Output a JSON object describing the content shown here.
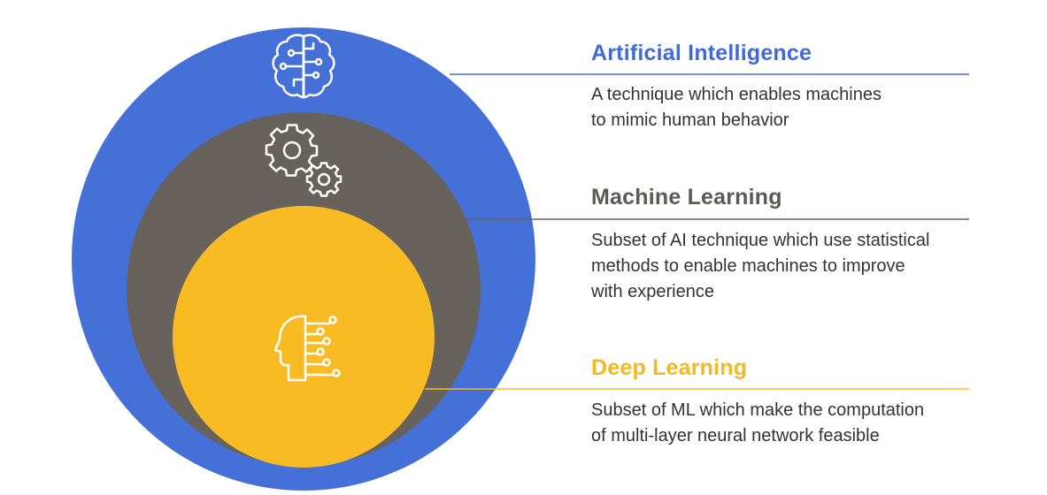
{
  "colors": {
    "ai_blue": "#4570d8",
    "ml_gray": "#67635c",
    "dl_yellow": "#f9bb24",
    "icon_white": "#ffffff"
  },
  "sections": {
    "ai": {
      "title": "Artificial Intelligence",
      "description": "A technique which enables machines\nto mimic human behavior",
      "icon": "brain-icon"
    },
    "ml": {
      "title": "Machine Learning",
      "description": "Subset of AI technique which use statistical\nmethods to enable machines to improve\nwith experience",
      "icon": "gears-icon"
    },
    "dl": {
      "title": "Deep Learning",
      "description": "Subset of ML which make the computation\nof multi-layer neural network feasible",
      "icon": "neural-head-icon"
    }
  }
}
